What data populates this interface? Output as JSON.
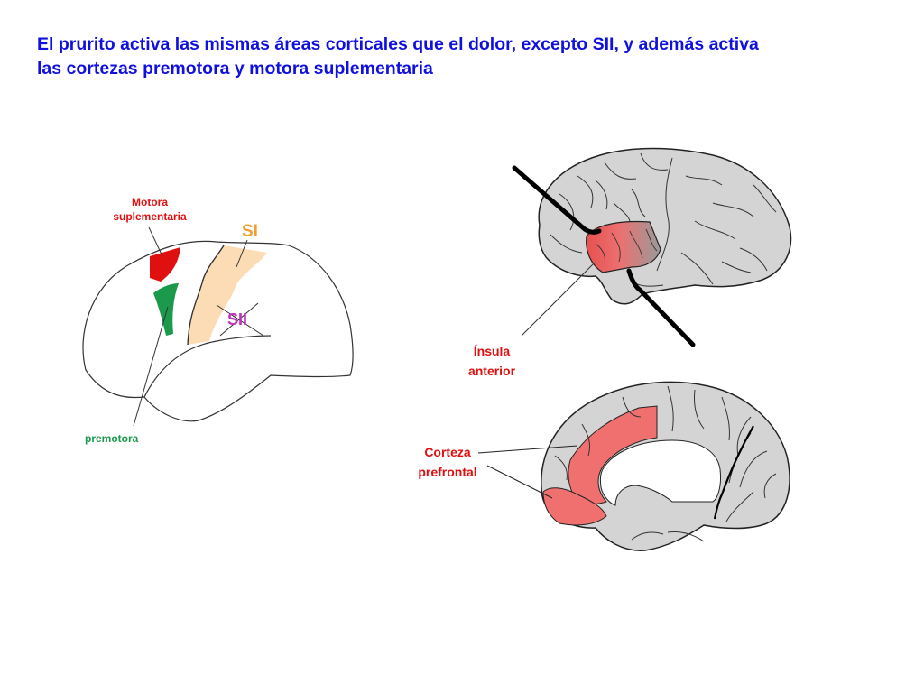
{
  "title": {
    "line1": "El prurito activa las mismas áreas corticales que el dolor, excepto SII, y además activa",
    "line2": "las cortezas premotora y motora suplementaria"
  },
  "lateral_diagram": {
    "motora_line1": "Motora",
    "motora_line2": "suplementaria",
    "si_label": "SI",
    "sii_label": "SII",
    "premotora_label": "premotora"
  },
  "insula_diagram": {
    "label_line1": "Ínsula",
    "label_line2": "anterior"
  },
  "medial_diagram": {
    "label_line1": "Corteza",
    "label_line2": "prefrontal"
  },
  "colors": {
    "title": "#1010e0",
    "motora": "#e01010",
    "premotora": "#1a9a4a",
    "si": "#f0a030",
    "sii": "#c030c0",
    "region_label": "#e01010",
    "cortex_gray": "#d4d4d4",
    "highlight_red": "#f07070",
    "somatosensory": "#fbdcb4"
  }
}
